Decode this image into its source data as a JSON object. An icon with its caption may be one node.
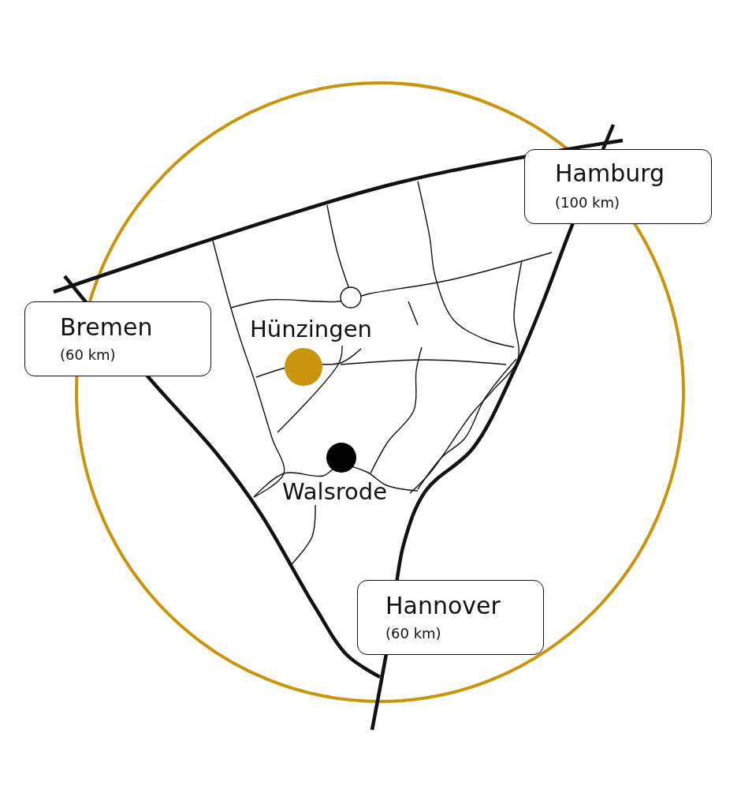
{
  "diagram": {
    "nodes": [
      {
        "text": [
          "Hamburg",
          "(100 km)"
        ]
      },
      {
        "text": [
          "Bremen",
          "(60 km)"
        ]
      },
      {
        "text": [
          "Hannover",
          "(60 km)"
        ]
      }
    ],
    "labels": [
      "Hünzingen",
      "Walsrode"
    ]
  }
}
